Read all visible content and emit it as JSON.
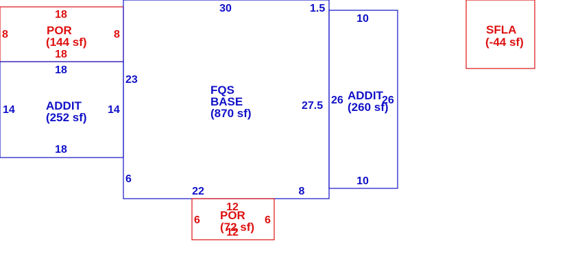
{
  "colors": {
    "structure": "#1010c8",
    "porch": "#dd1010"
  },
  "areas": {
    "por_top": {
      "name": "POR",
      "area": "(144 sf)",
      "dims": {
        "top": "18",
        "bottom": "18",
        "left": "8",
        "right": "8"
      }
    },
    "addit_left": {
      "name": "ADDIT",
      "area": "(252 sf)",
      "dims": {
        "top": "18",
        "bottom": "18",
        "left": "14",
        "right": "14"
      }
    },
    "base": {
      "name_line1": "FQS",
      "name_line2": "BASE",
      "area": "(870 sf)",
      "dims": {
        "top": "30",
        "top_right": "1.5",
        "left_upper": "23",
        "left_lower": "6",
        "right": "27.5",
        "bottom_left": "22",
        "bottom_right": "8"
      }
    },
    "addit_right": {
      "name": "ADDIT",
      "area": "(260 sf)",
      "dims": {
        "top": "10",
        "bottom": "10",
        "left": "26",
        "right": "26"
      }
    },
    "por_bottom": {
      "name": "POR",
      "area": "(72 sf)",
      "dims": {
        "top": "12",
        "bottom": "12",
        "left": "6",
        "right": "6"
      }
    },
    "sfla": {
      "name": "SFLA",
      "area": "(-44 sf)"
    }
  }
}
